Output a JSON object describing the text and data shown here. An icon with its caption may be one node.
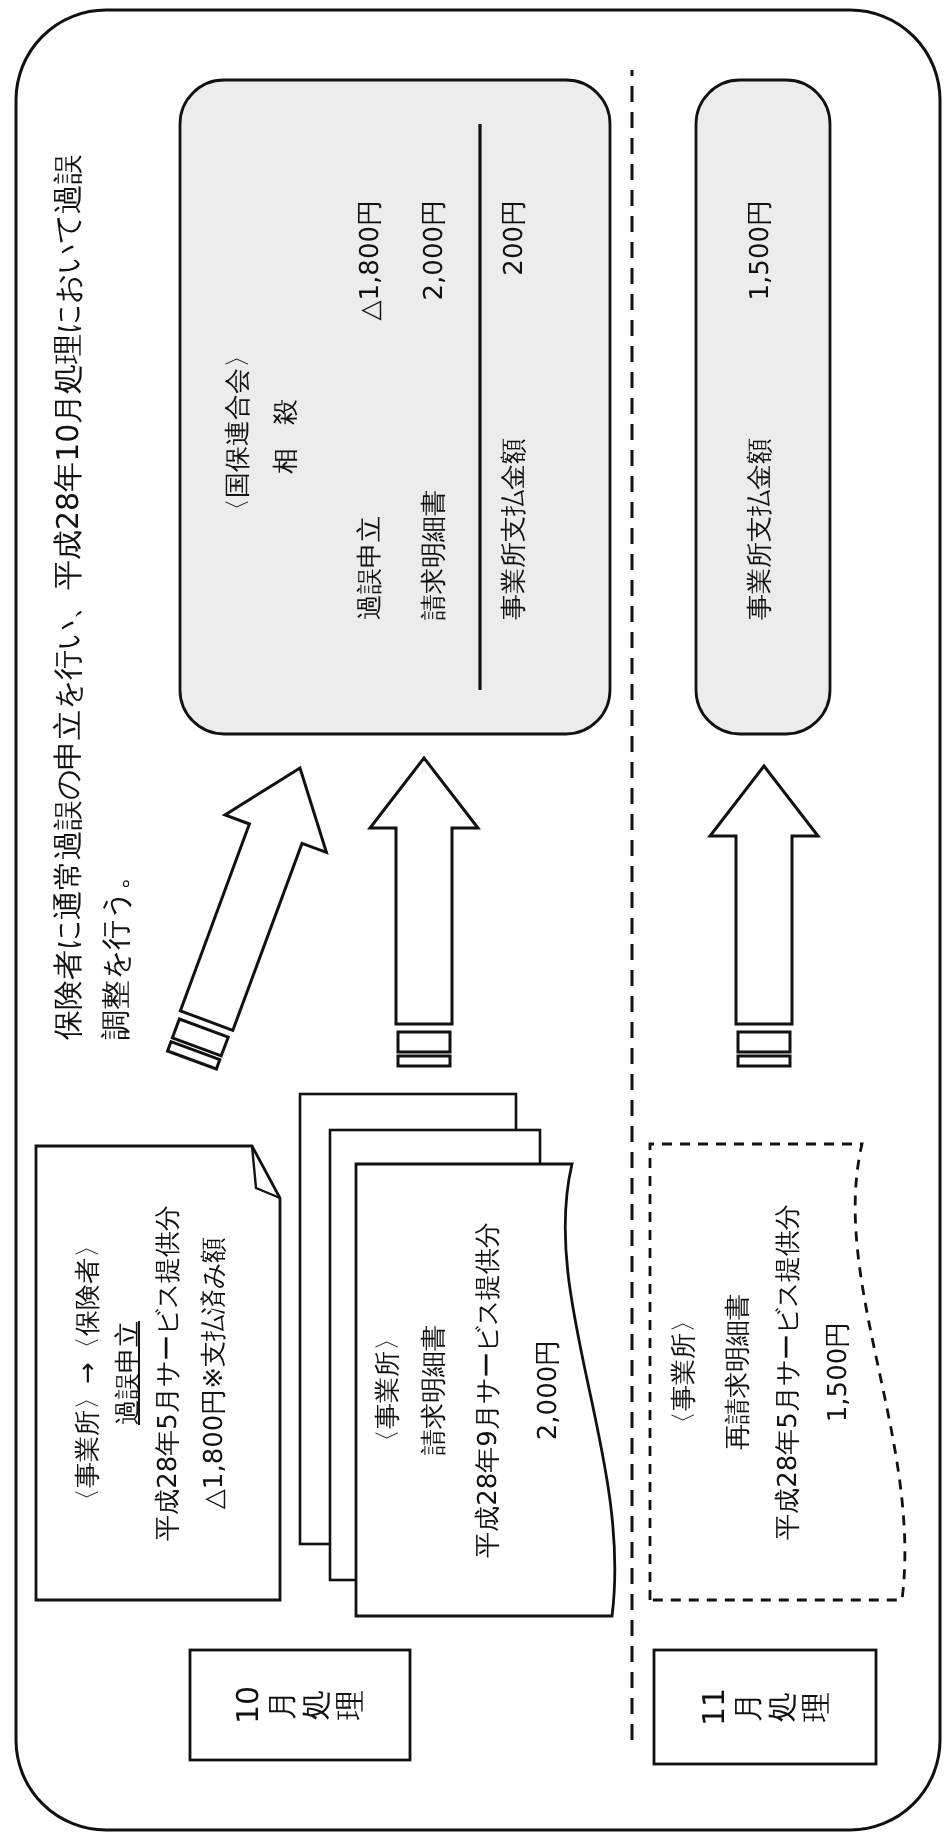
{
  "diagram": {
    "nodes": [
      {
        "text": [
          "10月処理"
        ]
      },
      {
        "text": [
          "〈事業所〉→〈保険者〉",
          "過誤申立",
          "平成28年5月サービス提供分",
          "△1,800円※支払済み額"
        ]
      },
      {
        "text": [
          "〈事業所〉",
          "請求明細書",
          "平成28年9月サービス提供分",
          "2,000円"
        ]
      },
      {
        "text": [
          "〈国保連合会〉",
          "相殺",
          "過誤申立",
          "△1,800円",
          "請求明細書",
          "2,000円",
          "事業所支払金額",
          "200円"
        ]
      },
      {
        "text": [
          "11月処理"
        ]
      },
      {
        "text": [
          "〈事業所〉",
          "再請求明細書",
          "平成28年5月サービス提供分",
          "1,500円"
        ]
      },
      {
        "text": [
          "事業所支払金額",
          "1,500円"
        ]
      }
    ],
    "edges": [
      {
        "from": 1,
        "to": 3,
        "arrow": "to"
      },
      {
        "from": 2,
        "to": 3,
        "arrow": "to"
      },
      {
        "from": 5,
        "to": 6,
        "arrow": "to"
      }
    ],
    "labels": [
      "保険者に通常過誤の申立を行い、平成28年10月処理において過誤調整を行う。"
    ]
  }
}
